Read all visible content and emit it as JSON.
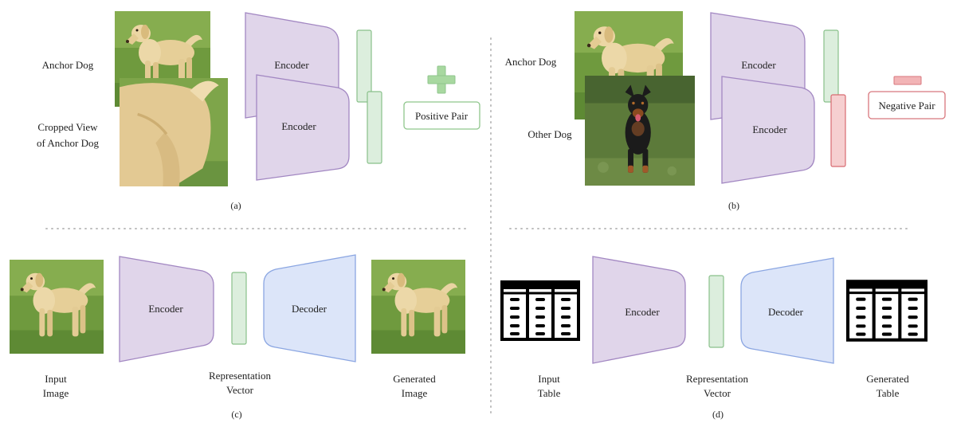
{
  "panel_a": {
    "anchor_label": "Anchor Dog",
    "cropped_label_line1": "Cropped View",
    "cropped_label_line2": "of Anchor Dog",
    "encoder_top": "Encoder",
    "encoder_bottom": "Encoder",
    "pair_label": "Positive Pair",
    "caption": "(a)"
  },
  "panel_b": {
    "anchor_label": "Anchor Dog",
    "other_label": "Other Dog",
    "encoder_top": "Encoder",
    "encoder_bottom": "Encoder",
    "pair_label": "Negative Pair",
    "caption": "(b)"
  },
  "panel_c": {
    "encoder": "Encoder",
    "decoder": "Decoder",
    "input_line1": "Input",
    "input_line2": "Image",
    "rep_line1": "Representation",
    "rep_line2": "Vector",
    "gen_line1": "Generated",
    "gen_line2": "Image",
    "caption": "(c)"
  },
  "panel_d": {
    "encoder": "Encoder",
    "decoder": "Decoder",
    "input_line1": "Input",
    "input_line2": "Table",
    "rep_line1": "Representation",
    "rep_line2": "Vector",
    "gen_line1": "Generated",
    "gen_line2": "Table",
    "caption": "(d)"
  },
  "colors": {
    "encoder_fill": "#e0d5ea",
    "decoder_fill": "#dce5f9",
    "vector_green": "#dceedd",
    "vector_red": "#f6cfd0",
    "plus_green": "#a8d8a0",
    "minus_red": "#f2b4b6"
  },
  "icons": {
    "plus": "plus-icon",
    "minus": "minus-icon",
    "table": "table-icon"
  }
}
